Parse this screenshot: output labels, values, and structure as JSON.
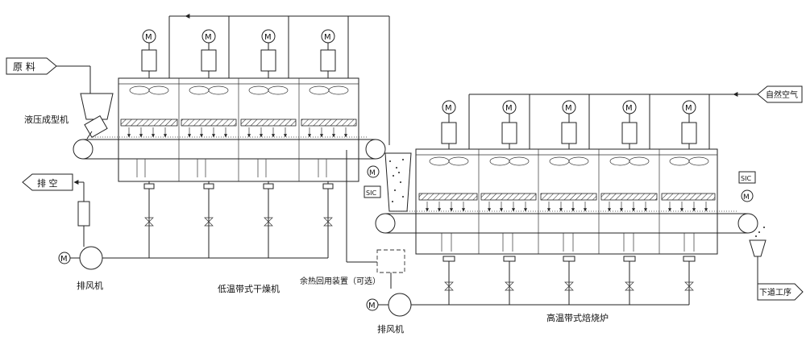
{
  "labels": {
    "raw_material": "原  料",
    "hydraulic_press": "液压成型机",
    "exhaust_air": "排  空",
    "exhaust_fan_1": "排风机",
    "low_temp_dryer": "低温带式干燥机",
    "heat_recovery": "余热回用装置（可选）",
    "exhaust_fan_2": "排风机",
    "high_temp_furnace": "高温带式焙烧炉",
    "natural_air": "自然空气",
    "next_process": "下道工序",
    "motor_symbol": "M",
    "sic_symbol": "SIC"
  },
  "colors": {
    "line": "#222222",
    "background": "#ffffff"
  }
}
